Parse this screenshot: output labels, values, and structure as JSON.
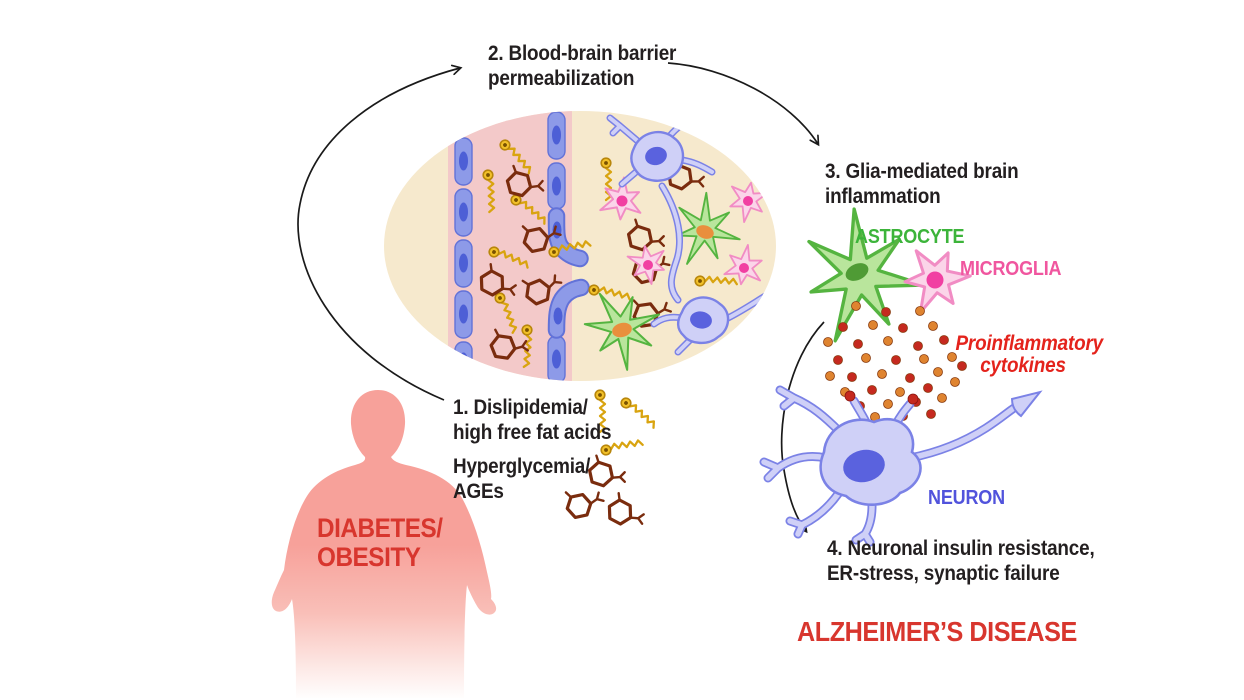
{
  "palette": {
    "text_black": "#231f20",
    "accent_red": "#d8362e",
    "astrocyte_green": "#3cb43a",
    "microglia_pink": "#f0569f",
    "neuron_blue": "#5153dc",
    "silhouette_salmon": "#f7a19a",
    "vessel_lumen_pink": "#f3c9c9",
    "brain_parenchyma_beige": "#f6e9cd",
    "endothelial_blue": "#8d9ae8",
    "fatty_acid_gold": "#d9a410",
    "age_molecule_maroon": "#7a2c0e",
    "cytokine_orange": "#df8430",
    "cytokine_red": "#c5291f"
  },
  "labels": {
    "step1": "1. Dislipidemia/\nhigh free fat acids",
    "step1b": "Hyperglycemia/\nAGEs",
    "step2": "2. Blood-brain barrier\npermeabilization",
    "step3": "3. Glia-mediated brain\ninflammation",
    "step4": "4. Neuronal insulin resistance,\nER-stress, synaptic failure",
    "silhouette": "DIABETES/\nOBESITY",
    "astrocyte": "ASTROCYTE",
    "microglia": "MICROGLIA",
    "neuron": "NEURON",
    "cytokines": "Proinflammatory\ncytokines",
    "outcome": "ALZHEIMER’S DISEASE"
  },
  "icons": {
    "fatty_acid": "zigzag-chain-with-head",
    "age_molecule": "hexagon-ring",
    "cytokine": "small-dot",
    "arrows": "curved-open-arrowheads"
  }
}
